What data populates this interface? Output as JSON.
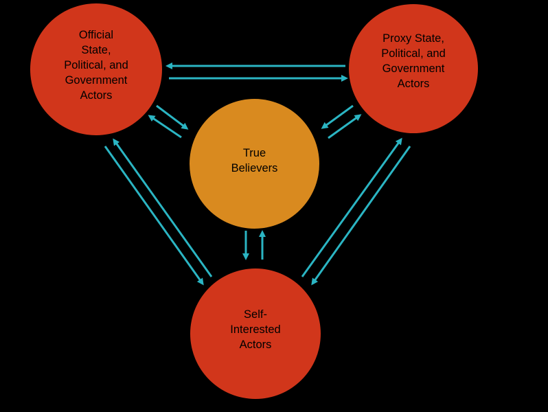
{
  "colors": {
    "background": "#000000",
    "actor_fill": "#d1361b",
    "believer_fill": "#d98a1f",
    "arrow": "#2bb5c3",
    "text": "#000000"
  },
  "nodes": {
    "official": {
      "label": "Official\nState,\nPolitical, and\nGovernment\nActors"
    },
    "proxy": {
      "label": "Proxy State,\nPolitical, and\nGovernment\nActors"
    },
    "believers": {
      "label": "True\nBelievers"
    },
    "self": {
      "label": "Self-\nInterested\nActors"
    }
  }
}
